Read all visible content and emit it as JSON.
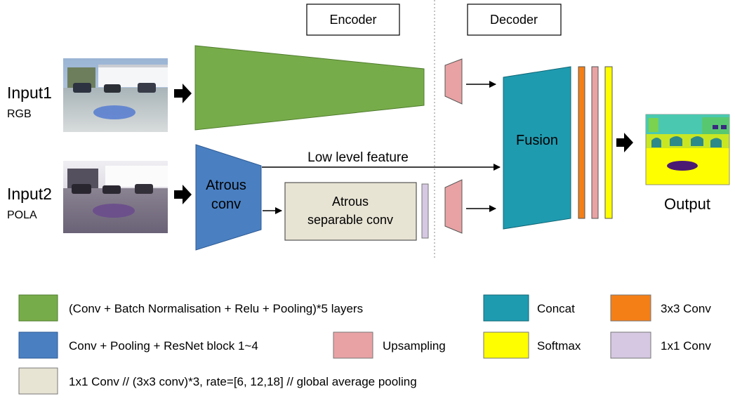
{
  "header": {
    "encoder_label": "Encoder",
    "decoder_label": "Decoder"
  },
  "inputs": [
    {
      "name": "Input1",
      "sub": "RGB"
    },
    {
      "name": "Input2",
      "sub": "POLA"
    }
  ],
  "blocks": {
    "atrous_conv": [
      "Atrous",
      "conv"
    ],
    "atrous_separable_conv": [
      "Atrous",
      "separable conv"
    ],
    "low_level_feature": "Low level feature",
    "fusion": "Fusion",
    "output": "Output"
  },
  "legend": [
    {
      "id": "conv-bn-relu-pool",
      "label": "(Conv + Batch Normalisation + Relu + Pooling)*5 layers",
      "color": "#77ac4a"
    },
    {
      "id": "conv-pool-resnet",
      "label": "Conv + Pooling + ResNet block 1~4",
      "color": "#4a80c2"
    },
    {
      "id": "atrous-spp",
      "label": "1x1 Conv // (3x3 conv)*3, rate=[6, 12,18] // global average pooling",
      "color": "#e8e4d4"
    },
    {
      "id": "upsampling",
      "label": "Upsampling",
      "color": "#e9a2a4"
    },
    {
      "id": "concat",
      "label": "Concat",
      "color": "#1f9bb0"
    },
    {
      "id": "softmax",
      "label": "Softmax",
      "color": "#fefe00"
    },
    {
      "id": "conv3x3",
      "label": "3x3 Conv",
      "color": "#f47f17"
    },
    {
      "id": "conv1x1",
      "label": "1x1 Conv",
      "color": "#d6c8e2"
    }
  ]
}
